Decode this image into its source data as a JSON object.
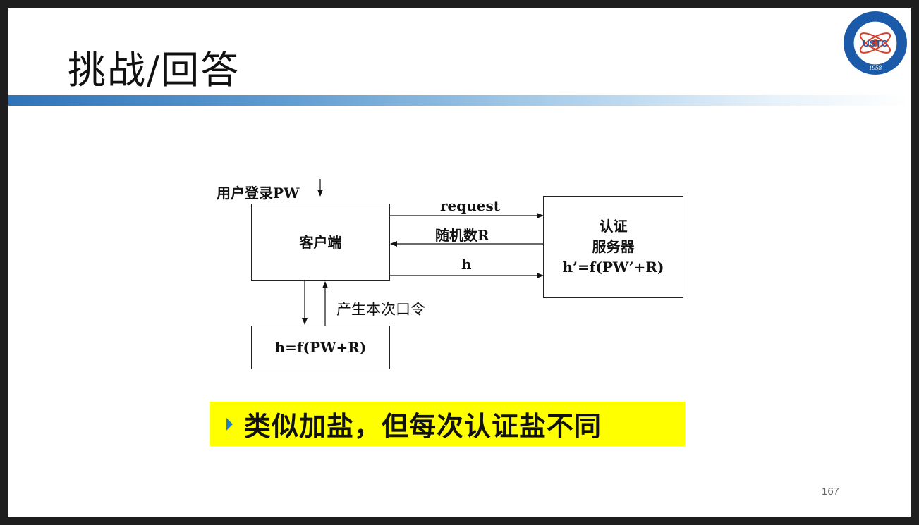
{
  "slide": {
    "title": "挑战/回答",
    "page_number": "167"
  },
  "logo": {
    "text": "USTC",
    "year": "1958",
    "colors": {
      "ring": "#1b5aa8",
      "inner": "#ffffff",
      "orbit": "#d6402a"
    }
  },
  "diagram": {
    "login_label": "用户登录PW",
    "client_label": "客户端",
    "server_line1": "认证",
    "server_line2": "服务器",
    "server_line3": "h’=f(PW’+R)",
    "request_label": "request",
    "random_label": "随机数R",
    "h_label": "h",
    "generate_label": "产生本次口令",
    "compute_label": "h=f(PW+R)"
  },
  "callout": {
    "text": "类似加盐，但每次认证盐不同",
    "background": "#ffff00",
    "bullet_color": "#1f7fc6"
  },
  "colors": {
    "title_bar_start": "#2f73b8",
    "title_bar_end": "#ffffff"
  }
}
